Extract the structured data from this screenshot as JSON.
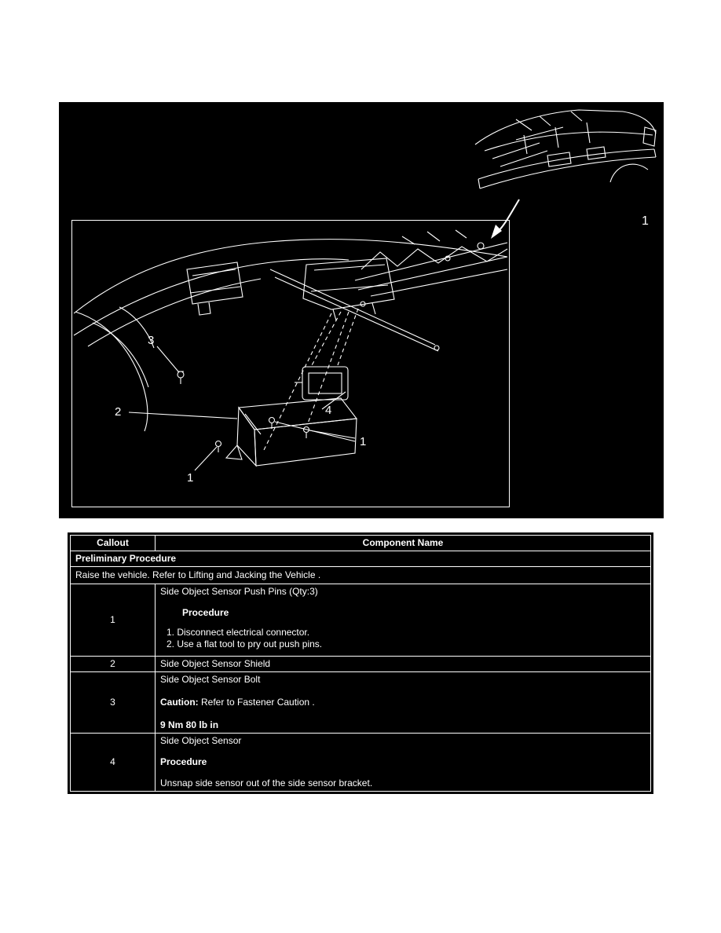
{
  "colors": {
    "page_bg": "#ffffff",
    "figure_bg": "#000000",
    "ink": "#ffffff"
  },
  "figure": {
    "inset_label": "1",
    "callouts": {
      "c3": "3",
      "c2": "2",
      "c4": "4",
      "c1_right": "1",
      "c1_bottom": "1"
    }
  },
  "table": {
    "headers": {
      "callout": "Callout",
      "component": "Component Name"
    },
    "preliminary": {
      "title": "Preliminary Procedure",
      "text": "Raise the vehicle. Refer to Lifting and Jacking the Vehicle ."
    },
    "rows": [
      {
        "callout": "1",
        "name": "Side Object Sensor Push Pins (Qty:3)",
        "procedure_label": "Procedure",
        "steps": [
          "1. Disconnect electrical connector.",
          "2. Use a flat tool to pry out push pins."
        ]
      },
      {
        "callout": "2",
        "name": "Side Object Sensor Shield"
      },
      {
        "callout": "3",
        "name": "Side Object Sensor Bolt",
        "caution_label": "Caution:",
        "caution_text": " Refer to Fastener Caution .",
        "torque": "9 Nm 80 lb in"
      },
      {
        "callout": "4",
        "name": "Side Object Sensor",
        "procedure_label": "Procedure",
        "text": "Unsnap side sensor out of the side sensor bracket."
      }
    ]
  }
}
